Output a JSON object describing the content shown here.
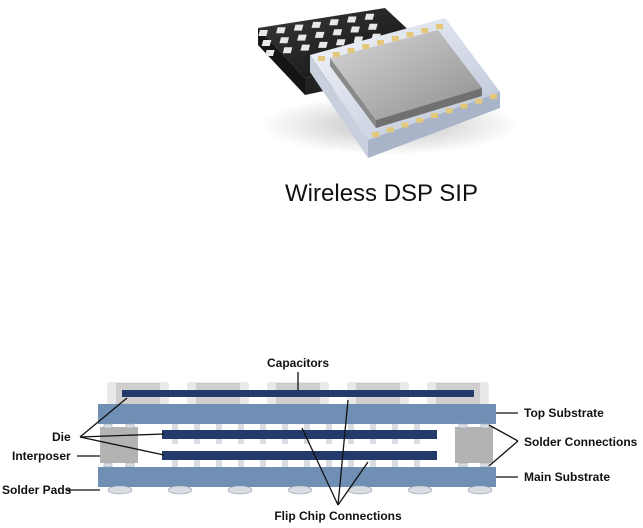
{
  "title": "Wireless DSP SIP",
  "labels": {
    "capacitors": "Capacitors",
    "top_substrate": "Top Substrate",
    "die": "Die",
    "interposer": "Interposer",
    "solder_connections": "Solder Connections",
    "main_substrate": "Main Substrate",
    "solder_pads": "Solder Pads",
    "flip_chip": "Flip Chip Connections"
  },
  "colors": {
    "substrate": "#6f90b4",
    "die": "#243a6b",
    "interposer": "#b3b3b3",
    "component": "#cfcfcf",
    "solder": "#d9dde3"
  }
}
